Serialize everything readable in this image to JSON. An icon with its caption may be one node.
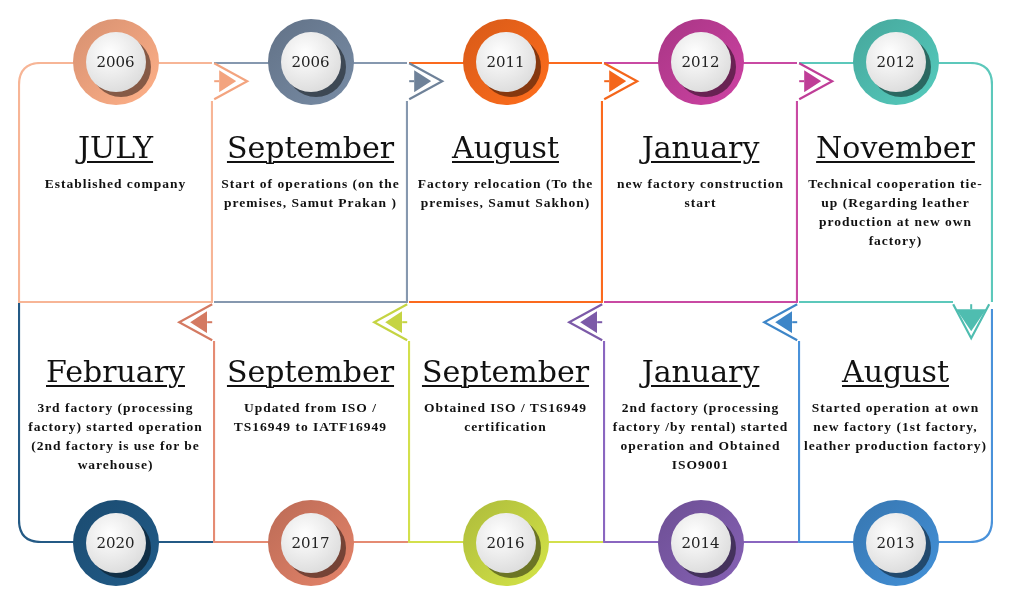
{
  "diagram": {
    "nodes": [
      {
        "text": [
          "2006"
        ]
      },
      {
        "text": [
          "JULY",
          "Established company"
        ]
      },
      {
        "text": [
          "2006"
        ]
      },
      {
        "text": [
          "September",
          "Start of operations (on the premises, Samut Prakan )"
        ]
      },
      {
        "text": [
          "2011"
        ]
      },
      {
        "text": [
          "August",
          "Factory relocation (To the premises, Samut Sakhon)"
        ]
      },
      {
        "text": [
          "2012"
        ]
      },
      {
        "text": [
          "January",
          "new factory construction start"
        ]
      },
      {
        "text": [
          "2012"
        ]
      },
      {
        "text": [
          "November",
          "Technical cooperation tie-up (Regarding leather production at new own factory)"
        ]
      },
      {
        "text": [
          "February",
          "3rd factory (processing factory) started operation (2nd factory is use for be warehouse)"
        ]
      },
      {
        "text": [
          "2020"
        ]
      },
      {
        "text": [
          "September",
          "Updated from ISO / TS16949 to IATF16949"
        ]
      },
      {
        "text": [
          "2017"
        ]
      },
      {
        "text": [
          "September",
          "Obtained ISO / TS16949 certification"
        ]
      },
      {
        "text": [
          "2016"
        ]
      },
      {
        "text": [
          "January",
          "2nd factory (processing factory /by rental) started operation and Obtained ISO9001"
        ]
      },
      {
        "text": [
          "2014"
        ]
      },
      {
        "text": [
          "August",
          "Started operation at own new factory (1st factory, leather production factory)"
        ]
      },
      {
        "text": [
          "2013"
        ]
      }
    ],
    "edges": [
      {
        "from": 1,
        "to": 3,
        "arrow": "to",
        "color": "#f3a47f"
      },
      {
        "from": 3,
        "to": 5,
        "arrow": "to",
        "color": "#6f8299"
      },
      {
        "from": 5,
        "to": 7,
        "arrow": "to",
        "color": "#f4661b"
      },
      {
        "from": 7,
        "to": 9,
        "arrow": "to",
        "color": "#bf3d97"
      },
      {
        "from": 9,
        "to": 18,
        "arrow": "to",
        "color": "#4fbdb0"
      },
      {
        "from": 18,
        "to": 16,
        "arrow": "to",
        "color": "#3e86c8"
      },
      {
        "from": 16,
        "to": 14,
        "arrow": "to",
        "color": "#7c5aa8"
      },
      {
        "from": 14,
        "to": 12,
        "arrow": "to",
        "color": "#c5d443"
      },
      {
        "from": 12,
        "to": 10,
        "arrow": "to",
        "color": "#d47a62"
      }
    ]
  }
}
